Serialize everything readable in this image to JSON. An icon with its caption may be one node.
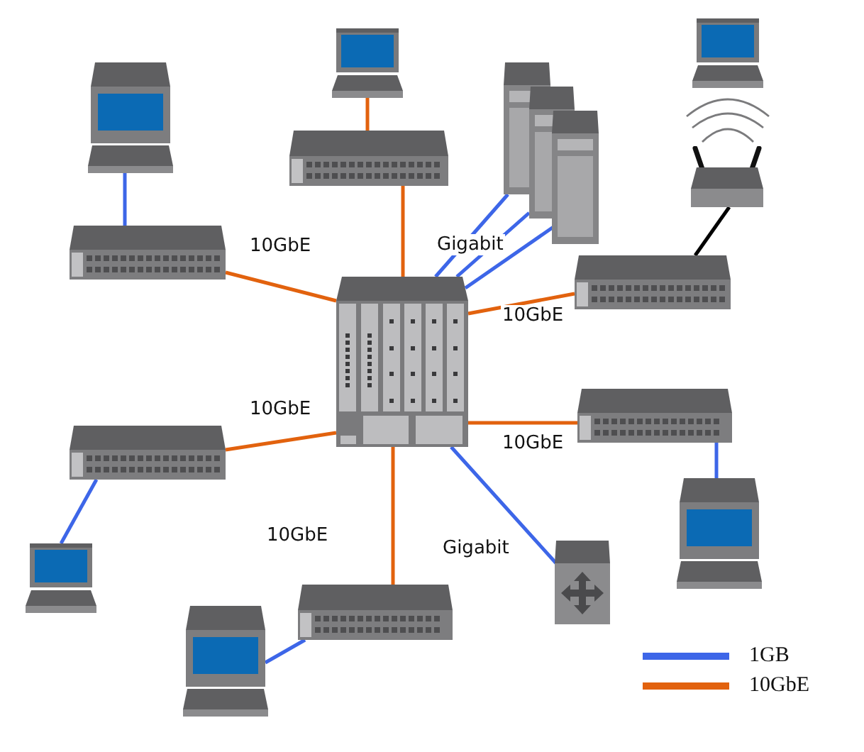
{
  "diagram": {
    "nodes": [
      {
        "text": [],
        "shape": "picture"
      },
      {
        "text": [],
        "shape": "picture"
      },
      {
        "text": [],
        "shape": "picture"
      },
      {
        "text": [],
        "shape": "picture"
      },
      {
        "text": [],
        "shape": "picture"
      },
      {
        "text": [],
        "shape": "picture"
      },
      {
        "text": [],
        "shape": "picture"
      },
      {
        "text": [],
        "shape": "picture"
      },
      {
        "text": [],
        "shape": "picture"
      },
      {
        "text": [],
        "shape": "picture"
      },
      {
        "text": [],
        "shape": "picture"
      },
      {
        "text": [],
        "shape": "picture"
      },
      {
        "text": [],
        "shape": "picture"
      },
      {
        "text": [],
        "shape": "picture"
      },
      {
        "text": [],
        "shape": "picture"
      },
      {
        "text": [],
        "shape": "picture"
      },
      {
        "text": [],
        "shape": "picture"
      },
      {
        "text": [],
        "shape": "picture"
      }
    ],
    "edges": [
      {
        "from": 0,
        "to": 1,
        "arrow": "none",
        "color": "#e2620e"
      },
      {
        "from": 0,
        "to": 3,
        "arrow": "none",
        "label": "10GbE",
        "color": "#e2620e"
      },
      {
        "from": 0,
        "to": 5,
        "arrow": "none",
        "label": "Gigabit"
      },
      {
        "from": 0,
        "to": 6,
        "arrow": "none"
      },
      {
        "from": 0,
        "to": 7,
        "arrow": "none"
      },
      {
        "from": 0,
        "to": 8,
        "arrow": "none",
        "label": "10GbE",
        "color": "#e2620e"
      },
      {
        "from": 8,
        "to": 9,
        "arrow": "none",
        "color": "#000000"
      },
      {
        "from": 0,
        "to": 11,
        "arrow": "none",
        "label": "10GbE",
        "color": "#e2620e"
      },
      {
        "from": 0,
        "to": 15,
        "arrow": "none",
        "label": "10GbE",
        "color": "#e2620e"
      },
      {
        "from": 0,
        "to": 13,
        "arrow": "none",
        "label": "10GbE",
        "color": "#e2620e"
      },
      {
        "from": 0,
        "to": 17,
        "arrow": "none",
        "label": "Gigabit"
      },
      {
        "from": 1,
        "to": 2,
        "arrow": "none",
        "color": "#e2620e"
      },
      {
        "from": 3,
        "to": 4,
        "arrow": "none"
      },
      {
        "from": 11,
        "to": 12,
        "arrow": "none"
      },
      {
        "from": 13,
        "to": 14,
        "arrow": "none"
      },
      {
        "from": 15,
        "to": 16,
        "arrow": "none"
      }
    ],
    "legend": [
      {
        "text": "1GB",
        "color": "#3d66e8"
      },
      {
        "text": "10GbE",
        "color": "#e2620e"
      }
    ]
  }
}
